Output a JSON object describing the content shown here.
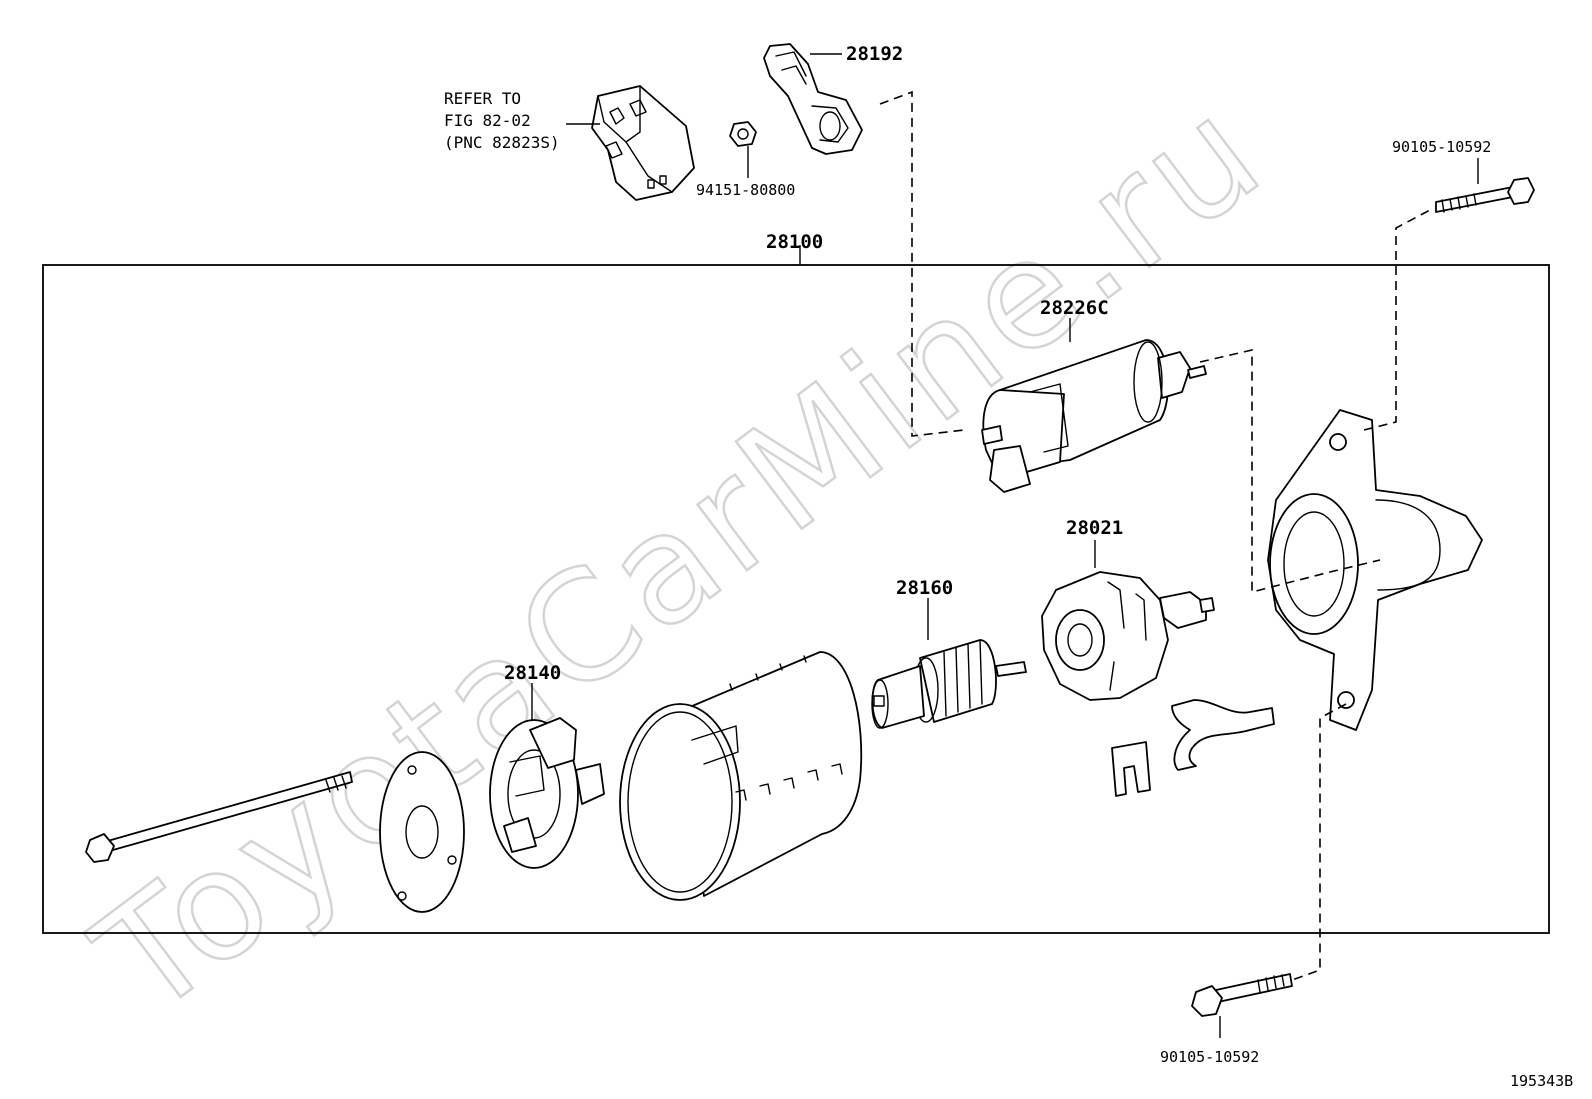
{
  "watermark": "ToyotaCarMine.ru",
  "figure_code": "195343B",
  "assembly": {
    "number": "28100"
  },
  "callouts": {
    "p28192": "28192",
    "p94151": "94151-80800",
    "refer_line1": "REFER TO",
    "refer_line2": "FIG 82-02",
    "refer_line3": "(PNC 82823S)",
    "p90105_top": "90105-10592",
    "p28226c": "28226C",
    "p28021": "28021",
    "p28160": "28160",
    "p28140": "28140",
    "p90105_bottom": "90105-10592"
  }
}
